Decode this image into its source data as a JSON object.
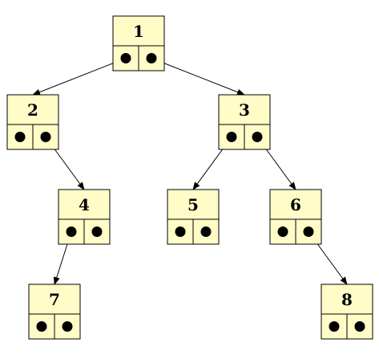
{
  "colors": {
    "node_fill": "#fffcc8",
    "stroke": "#000000",
    "pointer_dot": "#000000",
    "background": "#ffffff"
  },
  "nodes": [
    {
      "id": "1",
      "label": "1"
    },
    {
      "id": "2",
      "label": "2"
    },
    {
      "id": "3",
      "label": "3"
    },
    {
      "id": "4",
      "label": "4"
    },
    {
      "id": "5",
      "label": "5"
    },
    {
      "id": "6",
      "label": "6"
    },
    {
      "id": "7",
      "label": "7"
    },
    {
      "id": "8",
      "label": "8"
    }
  ],
  "edges": [
    {
      "from": "1",
      "side": "left",
      "to": "2"
    },
    {
      "from": "1",
      "side": "right",
      "to": "3"
    },
    {
      "from": "2",
      "side": "right",
      "to": "4"
    },
    {
      "from": "3",
      "side": "left",
      "to": "5"
    },
    {
      "from": "3",
      "side": "right",
      "to": "6"
    },
    {
      "from": "4",
      "side": "left",
      "to": "7"
    },
    {
      "from": "6",
      "side": "right",
      "to": "8"
    }
  ]
}
